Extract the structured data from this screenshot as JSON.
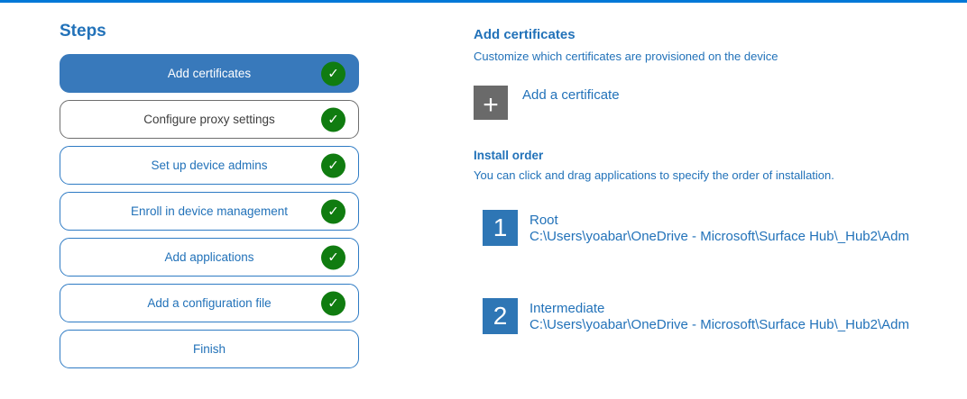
{
  "colors": {
    "accent_bar": "#0078D7",
    "selected_step_bg": "#3879BB",
    "step_border_blue": "#2E7BC4",
    "visited_step_border": "#6E6E6E",
    "text_blue": "#2272B9",
    "check_green": "#107C10",
    "number_square_bg": "#2E76B5",
    "add_square_bg": "#6A6A6A"
  },
  "icons": {
    "check": "✓",
    "plus": "+"
  },
  "sidebar": {
    "title": "Steps",
    "steps": [
      {
        "label": "Add certificates",
        "state": "selected",
        "checked": true
      },
      {
        "label": "Configure proxy settings",
        "state": "visited",
        "checked": true
      },
      {
        "label": "Set up device admins",
        "state": "default",
        "checked": true
      },
      {
        "label": "Enroll in device management",
        "state": "default",
        "checked": true
      },
      {
        "label": "Add applications",
        "state": "default",
        "checked": true
      },
      {
        "label": "Add a configuration file",
        "state": "default",
        "checked": true
      },
      {
        "label": "Finish",
        "state": "default",
        "checked": false
      }
    ]
  },
  "main": {
    "title": "Add certificates",
    "subtitle": "Customize which certificates are provisioned on the device",
    "add_certificate_label": "Add a certificate",
    "install_order": {
      "title": "Install order",
      "description": "You can click and drag applications to specify the order of installation.",
      "items": [
        {
          "number": "1",
          "name": "Root",
          "path": "C:\\Users\\yoabar\\OneDrive - Microsoft\\Surface Hub\\_Hub2\\Adm"
        },
        {
          "number": "2",
          "name": "Intermediate",
          "path": "C:\\Users\\yoabar\\OneDrive - Microsoft\\Surface Hub\\_Hub2\\Adm"
        }
      ]
    }
  }
}
